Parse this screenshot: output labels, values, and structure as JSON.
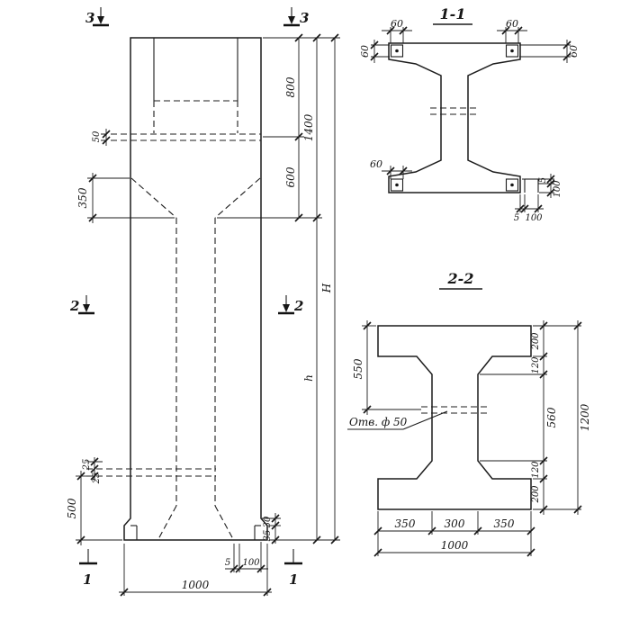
{
  "drawing": {
    "background": "#ffffff",
    "ink": "#1c1c1c",
    "elevation": {
      "markers": {
        "top_left": "3",
        "top_right": "3",
        "mid_left": "2",
        "mid_right": "2",
        "bottom_left": "1",
        "bottom_right": "1"
      },
      "dims": {
        "d50": "50",
        "d350": "350",
        "d25a": "25",
        "d25b": "25",
        "d500": "500",
        "d30": "30",
        "d35": "35",
        "d5": "5",
        "d100": "100",
        "d1000": "1000",
        "d800": "800",
        "d600": "600",
        "d1400": "1400",
        "dH": "H",
        "dh": "h"
      }
    },
    "section1": {
      "title": "1-1",
      "dims": {
        "d60_tl": "60",
        "d60_tr": "60",
        "d60_left": "60",
        "d60_right": "60",
        "d60_bl": "60",
        "d5_right": "5",
        "d100_right": "100",
        "d5_bottom": "5",
        "d100_bottom": "100"
      }
    },
    "section2": {
      "title": "2-2",
      "hole_label": "Отв. ф 50",
      "dims": {
        "d550": "550",
        "d200_top": "200",
        "d120_top": "120",
        "d560": "560",
        "d120_bottom": "120",
        "d200_bottom": "200",
        "d1200": "1200",
        "d350_left": "350",
        "d300": "300",
        "d350_right": "350",
        "d1000": "1000"
      }
    }
  }
}
